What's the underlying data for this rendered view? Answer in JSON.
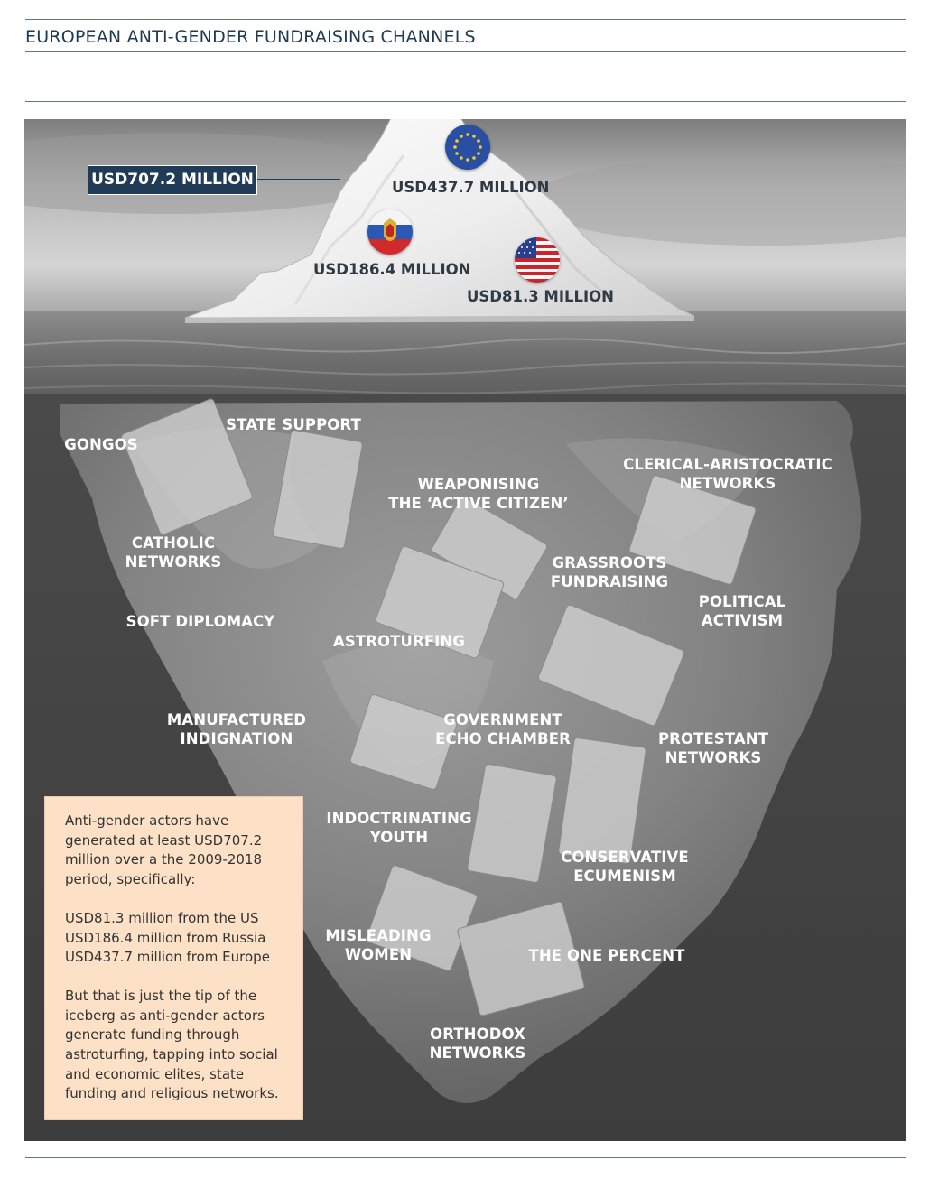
{
  "page": {
    "title": "EUROPEAN ANTI-GENDER FUNDRAISING CHANNELS"
  },
  "iceberg": {
    "total": "USD707.2 MILLION",
    "sources": [
      {
        "flag": "eu-flag-icon",
        "amount": "USD437.7 MILLION"
      },
      {
        "flag": "russia-flag-icon",
        "amount": "USD186.4 MILLION"
      },
      {
        "flag": "usa-flag-icon",
        "amount": "USD81.3 MILLION"
      }
    ]
  },
  "channels": [
    "STATE SUPPORT",
    "GONGOS",
    "WEAPONISING\nTHE ‘ACTIVE CITIZEN’",
    "CLERICAL-ARISTOCRATIC\nNETWORKS",
    "CATHOLIC\nNETWORKS",
    "GRASSROOTS\nFUNDRAISING",
    "POLITICAL\nACTIVISM",
    "SOFT DIPLOMACY",
    "ASTROTURFING",
    "MANUFACTURED\nINDIGNATION",
    "GOVERNMENT\nECHO CHAMBER",
    "PROTESTANT\nNETWORKS",
    "INDOCTRINATING\nYOUTH",
    "CONSERVATIVE\nECUMENISM",
    "MISLEADING\nWOMEN",
    "THE ONE PERCENT",
    "ORTHODOX\nNETWORKS"
  ],
  "info_box": {
    "intro": "Anti-gender actors have generated at least USD707.2 million over a the 2009-2018 period, specifically:",
    "breakdown": [
      "USD81.3 million from the US",
      "USD186.4 million from Russia",
      "USD437.7 million from Europe"
    ],
    "conclusion": "But that is just the tip of the iceberg as anti-gender actors generate funding through astroturfing, tapping into social and economic elites, state funding and religious networks."
  },
  "colors": {
    "title": "#1e3a54",
    "badge": "#1f3b56",
    "info_box": "#fde1c7"
  }
}
